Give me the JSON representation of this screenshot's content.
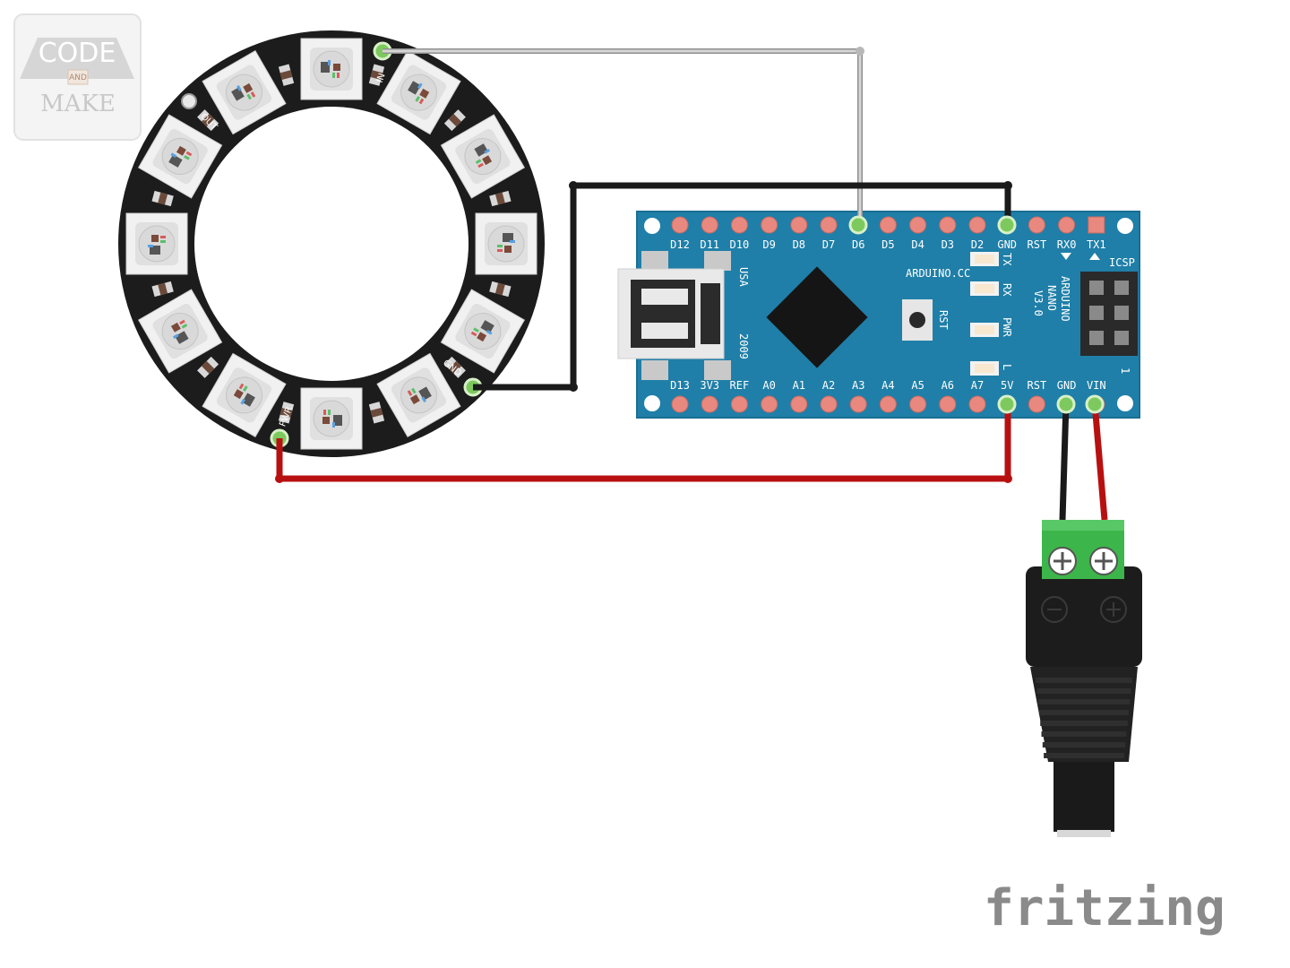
{
  "logo": {
    "top": "CODE",
    "middle": "AND",
    "bottom": "MAKE"
  },
  "watermark": "fritzing",
  "ring": {
    "labels": {
      "in": "IN",
      "out": "OUT",
      "gnd": "GND",
      "pwr": "PWR"
    },
    "led_count": 12
  },
  "board": {
    "top_pins": [
      "D12",
      "D11",
      "D10",
      "D9",
      "D8",
      "D7",
      "D6",
      "D5",
      "D4",
      "D3",
      "D2",
      "GND",
      "RST",
      "RX0",
      "TX1"
    ],
    "bottom_pins": [
      "D13",
      "3V3",
      "REF",
      "A0",
      "A1",
      "A2",
      "A3",
      "A4",
      "A5",
      "A6",
      "A7",
      "5V",
      "RST",
      "GND",
      "VIN"
    ],
    "site": "ARDUINO.CC",
    "name_line1": "ARDUINO",
    "name_line2": "NANO",
    "name_line3": "V3.0",
    "icsp": "ICSP",
    "rst": "RST",
    "usb_text1": "USA",
    "usb_text2": "2009",
    "leds": [
      "TX",
      "RX",
      "PWR",
      "L"
    ],
    "icsp_mark": "1"
  },
  "wires": [
    {
      "from": "ring.IN",
      "to": "board.D6",
      "color": "#b8b8b8"
    },
    {
      "from": "ring.GND",
      "to": "board.GND",
      "color": "#1a1a1a"
    },
    {
      "from": "ring.PWR",
      "to": "board.5V",
      "color": "#cc1111"
    },
    {
      "from": "jack.minus",
      "to": "board.GND",
      "color": "#1a1a1a"
    },
    {
      "from": "jack.plus",
      "to": "board.VIN",
      "color": "#cc1111"
    }
  ],
  "colors": {
    "board": "#1f7fa8",
    "pin": "#e8887f",
    "ring": "#1c1c1c",
    "terminal": "#3cb64a",
    "active_pin": "#7dc95e"
  }
}
